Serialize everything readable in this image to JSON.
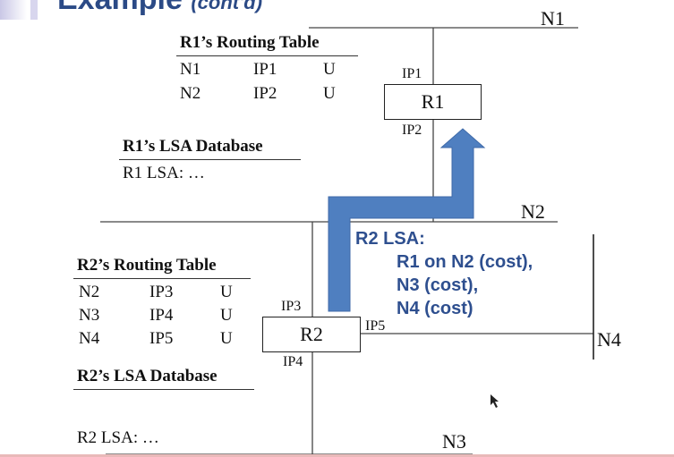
{
  "slide": {
    "title": "Example",
    "title_suffix": "(cont'd)"
  },
  "networks": {
    "n1": "N1",
    "n2": "N2",
    "n3": "N3",
    "n4": "N4"
  },
  "routers": {
    "r1": {
      "label": "R1",
      "ip_top": "IP1",
      "ip_bottom": "IP2"
    },
    "r2": {
      "label": "R2",
      "ip_top": "IP3",
      "ip_bottom": "IP4",
      "ip_right": "IP5"
    }
  },
  "r1_routing_table": {
    "heading": "R1’s Routing Table",
    "rows": [
      [
        "N1",
        "IP1",
        "U"
      ],
      [
        "N2",
        "IP2",
        "U"
      ]
    ]
  },
  "r1_lsa_database": {
    "heading": "R1’s LSA Database",
    "entry": "R1 LSA: …"
  },
  "r2_routing_table": {
    "heading": "R2’s Routing Table",
    "rows": [
      [
        "N2",
        "IP3",
        "U"
      ],
      [
        "N3",
        "IP4",
        "U"
      ],
      [
        "N4",
        "IP5",
        "U"
      ]
    ]
  },
  "r2_lsa_database": {
    "heading": "R2’s LSA Database",
    "entry": "R2 LSA: …"
  },
  "lsa_message": {
    "title": "R2 LSA:",
    "lines": [
      "R1 on N2 (cost),",
      "N3 (cost),",
      "N4 (cost)"
    ]
  },
  "colors": {
    "arrow": "#4f7fc0",
    "lsa_text": "#2e4f8f",
    "title": "#2b4a86"
  }
}
